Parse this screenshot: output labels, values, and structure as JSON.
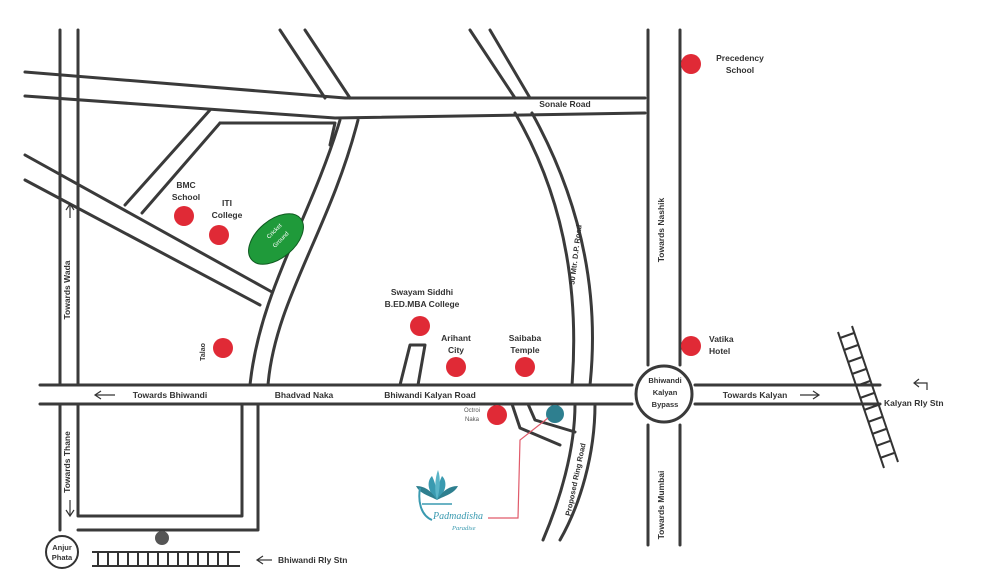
{
  "colors": {
    "road": "#3a3a3a",
    "marker": "#e02a36",
    "ground": "#1f9a3a",
    "teal": "#2e7f8f",
    "link": "#e05a6a",
    "brand": "#3a9ab0"
  },
  "roads": {
    "sonale": "Sonale Road",
    "bhiwandi_kalyan": "Bhiwandi Kalyan Road",
    "dp_road": "50 Mtr. D.P. Road",
    "ring_road": "Proposed Ring Road",
    "bhiwandi_kalyan_bypass": [
      "Bhiwandi",
      "Kalyan",
      "Bypass"
    ]
  },
  "directions": {
    "wada": "Towards Wada",
    "bhiwandi": "Towards Bhiwandi",
    "thane": "Towards Thane",
    "nashik": "Towards Nashik",
    "kalyan": "Towards Kalyan",
    "mumbai": "Towards Mumbai"
  },
  "places": {
    "bhadvad_naka": "Bhadvad Naka",
    "anjur_phata": [
      "Anjur",
      "Phata"
    ],
    "bhiwandi_rly_stn": "Bhiwandi Rly Stn",
    "kalyan_rly_stn": "Kalyan Rly Stn",
    "cricket_ground": [
      "Cricket",
      "Ground"
    ]
  },
  "landmarks": {
    "precedency_school": [
      "Precedency",
      "School"
    ],
    "bmc_school": [
      "BMC",
      "School"
    ],
    "iti_college": [
      "ITI",
      "College"
    ],
    "talao": "Talao",
    "swayam_siddhi": [
      "Swayam Siddhi",
      "B.ED.MBA College"
    ],
    "arihant_city": [
      "Arihant",
      "City"
    ],
    "saibaba_temple": [
      "Saibaba",
      "Temple"
    ],
    "vatika_hotel": [
      "Vatika",
      "Hotel"
    ],
    "octroi_naka": [
      "Octroi",
      "Naka"
    ]
  },
  "project": {
    "name": "Padmadisha",
    "tagline": "Paradise"
  }
}
